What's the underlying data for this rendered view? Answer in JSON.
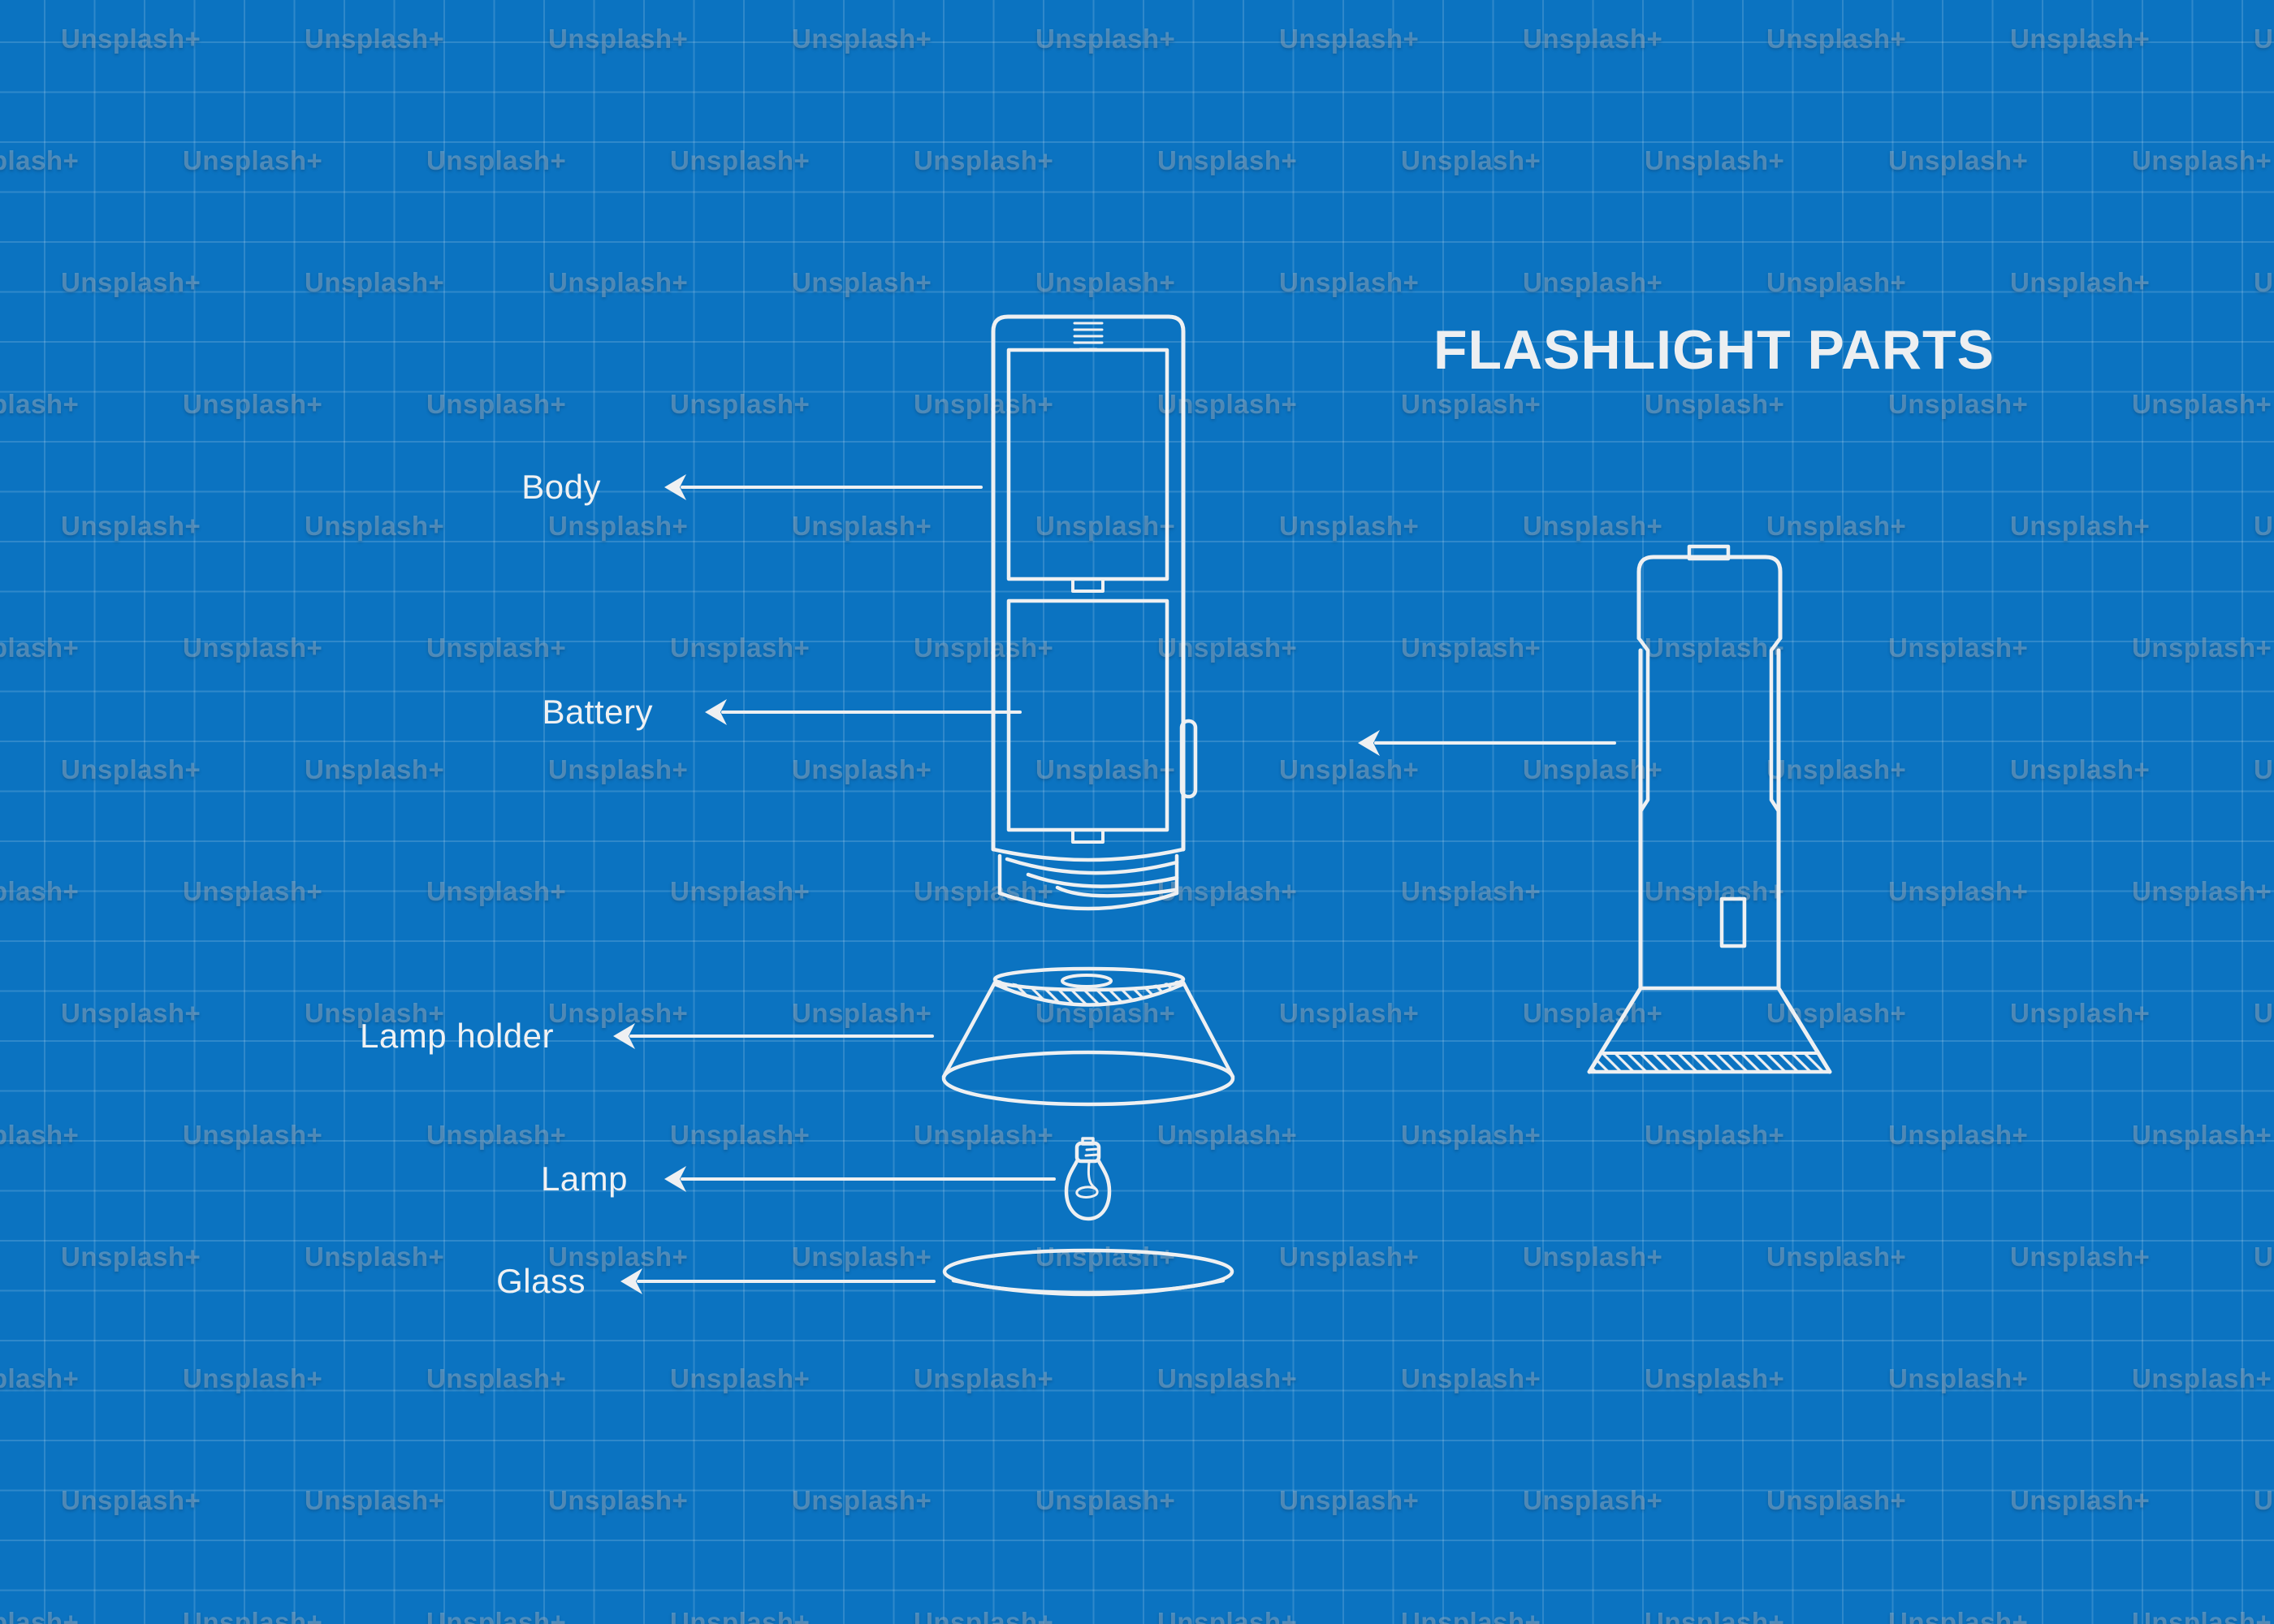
{
  "title": "FLASHLIGHT PARTS",
  "watermark": {
    "text": "Unsplash+"
  },
  "parts_labels": {
    "body": "Body",
    "battery": "Battery",
    "lamp_holder": "Lamp holder",
    "lamp": "Lamp",
    "glass": "Glass"
  },
  "colors": {
    "background": "#0B73C1",
    "grid_line": "rgba(255,255,255,0.15)",
    "drawing_line": "#EEF0F2",
    "label_text": "#EFF1F3",
    "title_text": "#EDEFF1",
    "watermark_text": "rgba(174,188,201,0.42)"
  }
}
